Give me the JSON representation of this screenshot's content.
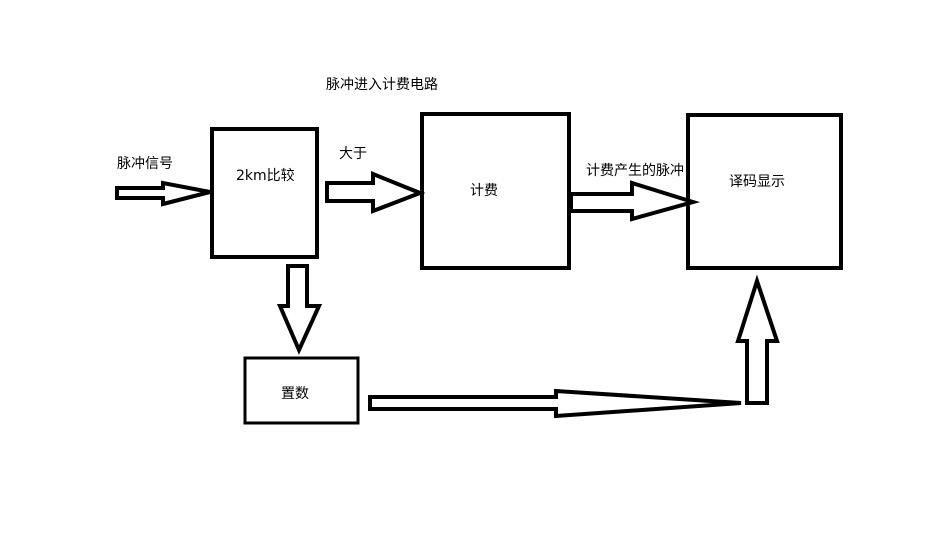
{
  "labels": {
    "pulse_signal": "脉冲信号",
    "pulse_into_billing": "脉冲进入计费电路",
    "greater_than": "大于",
    "billing_pulse": "计费产生的脉冲"
  },
  "blocks": {
    "compare": "2km比较",
    "billing": "计费",
    "decode_display": "译码显示",
    "preset": "置数"
  },
  "colors": {
    "stroke": "#000000",
    "fill": "#ffffff"
  }
}
